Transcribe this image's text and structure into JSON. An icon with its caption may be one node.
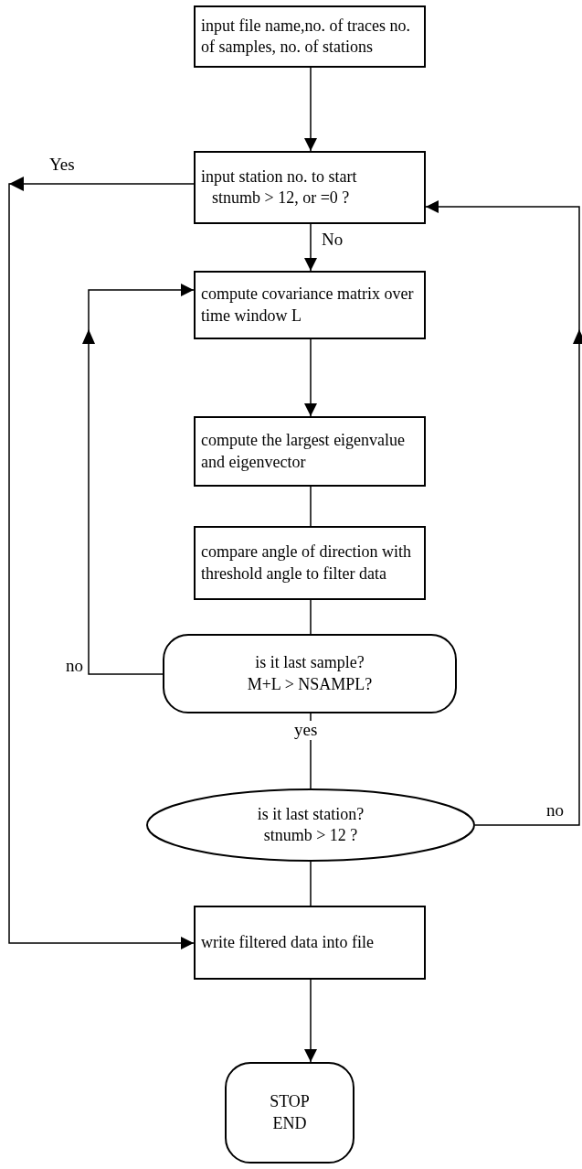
{
  "diagram": {
    "nodes": [
      {
        "text": [
          "input file name,no. of traces no. of samples, no. of stations"
        ]
      },
      {
        "text": [
          "input station no. to start",
          "stnumb > 12, or =0 ?"
        ]
      },
      {
        "text": [
          "compute covariance matrix over time window L"
        ]
      },
      {
        "text": [
          "compute the largest eigenvalue and eigenvector"
        ]
      },
      {
        "text": [
          "compare angle of direction with threshold angle to filter data"
        ]
      },
      {
        "text": [
          "is it last sample?",
          "M+L > NSAMPL?"
        ]
      },
      {
        "text": [
          "is it last station?",
          "stnumb > 12 ?"
        ]
      },
      {
        "text": [
          "write filtered data into file"
        ]
      },
      {
        "text": [
          "STOP END"
        ]
      }
    ],
    "edges": [
      {
        "from": 0,
        "to": 1,
        "arrow": "to"
      },
      {
        "from": 1,
        "to": 2,
        "arrow": "to",
        "label": "No"
      },
      {
        "from": 1,
        "to": 7,
        "arrow": "to",
        "label": "Yes"
      },
      {
        "from": 2,
        "to": 3,
        "arrow": "to"
      },
      {
        "from": 3,
        "to": 4,
        "arrow": "none"
      },
      {
        "from": 4,
        "to": 5,
        "arrow": "none"
      },
      {
        "from": 5,
        "to": 2,
        "arrow": "to",
        "label": "no"
      },
      {
        "from": 5,
        "to": 6,
        "arrow": "none",
        "label": "yes"
      },
      {
        "from": 6,
        "to": 1,
        "arrow": "to",
        "label": "no"
      },
      {
        "from": 6,
        "to": 7,
        "arrow": "none"
      },
      {
        "from": 7,
        "to": 8,
        "arrow": "to"
      }
    ]
  }
}
